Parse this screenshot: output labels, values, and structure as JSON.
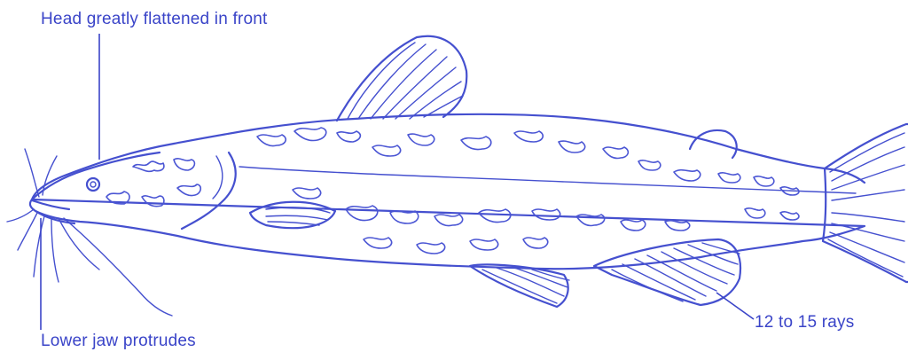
{
  "diagram": {
    "subject": "catfish",
    "ink_color": "#4550cf",
    "background_color": "#ffffff"
  },
  "labels": {
    "head": "Head greatly flattened in front",
    "jaw": "Lower jaw protrudes",
    "rays": "12 to 15 rays"
  }
}
